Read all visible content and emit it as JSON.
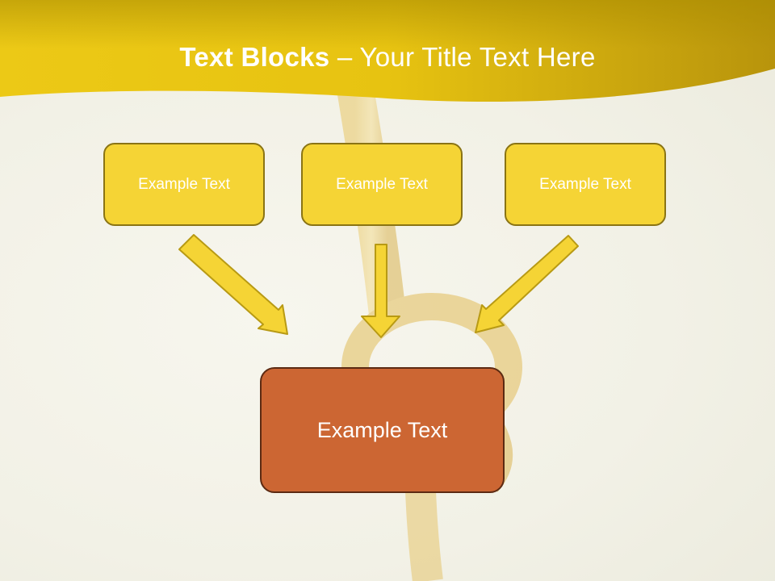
{
  "title": {
    "bold": "Text Blocks",
    "rest": " – Your Title Text Here"
  },
  "blocks": {
    "top_left": "Example Text",
    "top_center": "Example Text",
    "top_right": "Example Text",
    "bottom": "Example Text"
  },
  "colors": {
    "header": "#e6c21a",
    "small_box_fill": "#f5d435",
    "small_box_border": "#8a7414",
    "main_box_fill": "#cc6633",
    "main_box_border": "#5c2a12",
    "arrow_fill": "#f5d435"
  }
}
